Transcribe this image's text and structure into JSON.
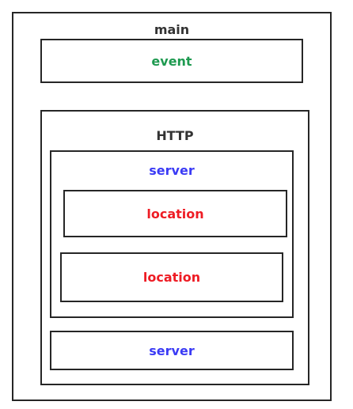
{
  "main": {
    "label": "main"
  },
  "event": {
    "label": "event"
  },
  "http": {
    "label": "HTTP",
    "servers": [
      {
        "label": "server",
        "locations": [
          {
            "label": "location"
          },
          {
            "label": "location"
          }
        ]
      },
      {
        "label": "server"
      }
    ]
  },
  "colors": {
    "border": "#262626",
    "heading": "#333333",
    "event": "#1e9a50",
    "server": "#3b3bf5",
    "location": "#ee1c24"
  }
}
